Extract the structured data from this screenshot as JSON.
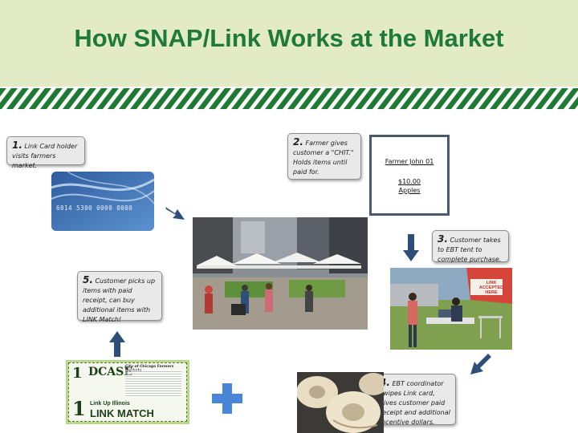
{
  "title": "How SNAP/Link  Works at the Market",
  "colors": {
    "title": "#1f7a3a",
    "header_bg": "#e2ebc6",
    "stripe": "#1e7a32",
    "arrow": "#2c4e79",
    "plus": "#4a86d8"
  },
  "card": {
    "number": "6014  5300  0000  0000"
  },
  "steps": [
    {
      "num": "1.",
      "text": "Link Card holder visits farmers market."
    },
    {
      "num": "2.",
      "text": "Farmer gives customer a \"CHIT.\" Holds items until paid for."
    },
    {
      "num": "3.",
      "text": "Customer takes to EBT tent to complete purchase."
    },
    {
      "num": "4.",
      "text": "EBT coordinator swipes Link card, gives customer paid receipt and additional incentive dollars."
    },
    {
      "num": "5.",
      "text": "Customer picks up items with paid receipt, can buy additional items with LINK Match!"
    }
  ],
  "ticket": {
    "farmer": "Farmer John 01",
    "amount": "$10.00",
    "item": "Apples"
  },
  "coupon": {
    "digit": "1",
    "org": "DCASE",
    "brand_small": "Link Up Illinois",
    "brand_big": "LINK MATCH",
    "heading": "City of Chicago Farmers Markets"
  },
  "tent_sign": "LINK ACCEPTED HERE",
  "icons": [
    "arrow-icon",
    "plus-icon",
    "credit-card-icon"
  ]
}
